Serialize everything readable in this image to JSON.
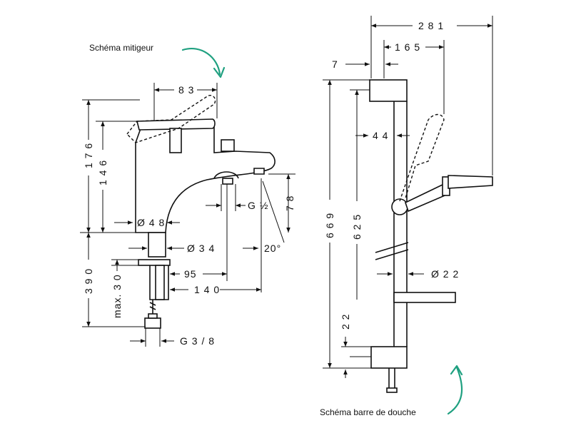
{
  "captions": {
    "mixer": "Schéma mitigeur",
    "shower": "Schéma barre de douche"
  },
  "arrow_color": "#1fa080",
  "mixer_dims": {
    "width_83": "8 3",
    "height_176": "1 7 6",
    "height_146": "1 4 6",
    "dia_48": "Ø 4 8",
    "thread_g12": "G ½",
    "height_78": "7 8",
    "dia_34": "Ø 3 4",
    "angle_20": "20°",
    "depth_390": "3 9 0",
    "max_30": "max. 3 0",
    "reach_95": "95",
    "reach_140": "1 4 0",
    "thread_g38": "G 3 / 8"
  },
  "shower_dims": {
    "width_281": "2 8 1",
    "width_165": "1 6 5",
    "offset_7": "7",
    "height_669": "6 6 9",
    "height_625": "6 2 5",
    "offset_44": "4 4",
    "dia_22": "Ø 2 2",
    "offset_22": "2 2"
  }
}
